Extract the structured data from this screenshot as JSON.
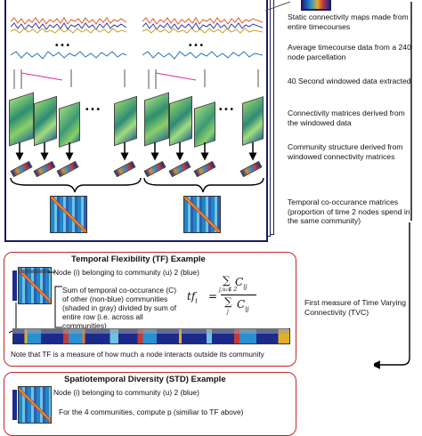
{
  "annotations": {
    "static_maps": "Static connectivity maps made from entire timecourses",
    "avg_timecourse": "Average timecourse data from a 240 node parcellation",
    "windowed": "40 Second windowed data extracted",
    "conn_matrices": "Connectivity matrices derived from the windowed data",
    "community": "Community structure derived from windowed connectivity matrices",
    "cooccur": "Temporal co-occurance matrices (proportion of time 2 nodes spend in the same community)",
    "tvc": "First measure of Time Varying Connectivity (TVC)"
  },
  "ellipsis": {
    "a": "• • •",
    "b": "• • •",
    "c": "• • •",
    "d": "• • •"
  },
  "tf_box": {
    "title": "Temporal Flexibility (TF) Example",
    "node_label": "Node (i) belonging to community (u) 2 (blue)",
    "sum_text": "Sum of temporal co-occurance (C) of other (non-blue) communities (shaded in gray) divided by sum of entire row (i.e. across all communities)",
    "footer": "Note that TF is a measure of how much a node interacts outside its community",
    "formula": {
      "lhs": "tf",
      "lhs_sub": "i",
      "eq": "=",
      "num": "C",
      "num_sub": "ij",
      "num_sum_sub": "j,u₁∉ 2",
      "den": "C",
      "den_sub": "ij",
      "den_sum_sub": "j"
    }
  },
  "std_box": {
    "title": "Spatiotemporal Diversity (STD) Example",
    "node_label": "Node (i) belonging to community (u) 2 (blue)",
    "text": "For the 4 communities, compute p (similiar to TF above)"
  },
  "colors": {
    "panel_border": "#1d1b5a",
    "box_border": "#c0282b",
    "arrow": "#000000"
  }
}
